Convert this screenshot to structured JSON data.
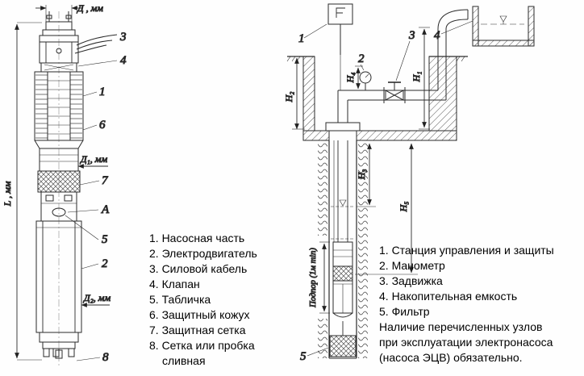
{
  "left_drawing": {
    "dim_top_label": "Д , мм",
    "dim_d1_label": "Д₁, мм",
    "dim_d2_label": "Д₂, мм",
    "dim_length_label": "L , мм",
    "callouts": {
      "pump_section": "1",
      "motor": "2",
      "cable": "3",
      "valve": "4",
      "plate": "5",
      "casing": "6",
      "screen": "7",
      "drain": "8",
      "view_a": "А"
    }
  },
  "right_drawing": {
    "callouts": {
      "control_station": "1",
      "manometer": "2",
      "gate_valve": "3",
      "tank": "4",
      "filter": "5"
    },
    "dims": {
      "h1": "Н₁",
      "h2": "Н₂",
      "h3": "Н₃",
      "h4": "Н₄",
      "h5": "Н₅"
    },
    "submergence_label": "Подпор (1м min)"
  },
  "left_legend": {
    "items": [
      "1. Насосная часть",
      "2. Электродвигатель",
      "3. Силовой кабель",
      "4. Клапан",
      "5. Табличка",
      "6. Защитный кожух",
      "7. Защитная сетка",
      "8. Сетка или пробка сливная"
    ]
  },
  "right_legend": {
    "items": [
      "1. Станция управления и защиты",
      "2. Манометр",
      "3. Задвижка",
      "4. Накопительная емкость",
      "5. Фильтр"
    ],
    "note": "Наличие перечисленных узлов при эксплуатации электронасоса (насоса ЭЦВ) обязательно."
  }
}
